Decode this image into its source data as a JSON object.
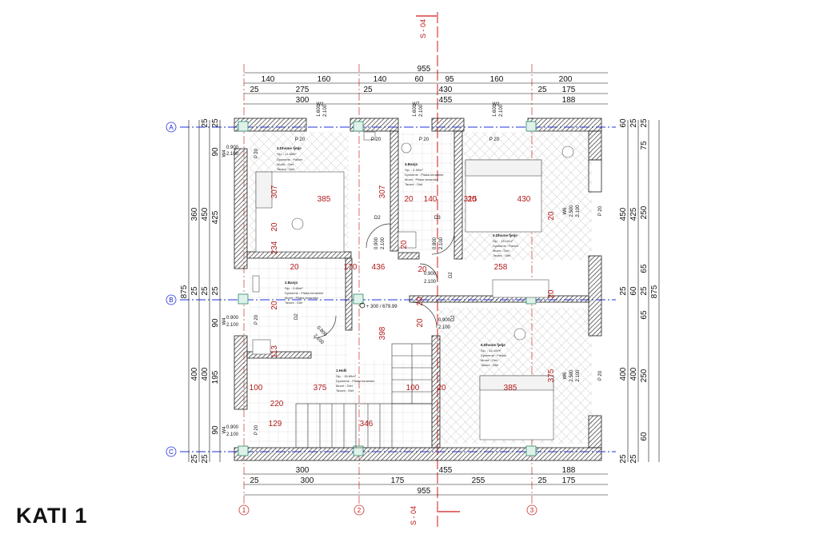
{
  "floor_title": "KATI 1",
  "section_marks": {
    "top": "S - 04",
    "bottom": "S - 04"
  },
  "axes_rows": [
    "A",
    "B",
    "C"
  ],
  "axes_cols": [
    "1",
    "2",
    "3"
  ],
  "elevation": "+ 300 / 679.99",
  "top_dims": {
    "total": "955",
    "row1": [
      "140",
      "160",
      "140",
      "60",
      "95",
      "160",
      "200"
    ],
    "row2": [
      "25",
      "275",
      "25",
      "430",
      "25",
      "175"
    ],
    "row3": [
      "300",
      "455",
      "188"
    ]
  },
  "bottom_dims": {
    "row1": [
      "300",
      "455",
      "188"
    ],
    "row2": [
      "25",
      "300",
      "175",
      "255",
      "25",
      "175"
    ],
    "total": "955"
  },
  "left_dims": {
    "col_outer": [
      "875"
    ],
    "col_mid": [
      "360",
      "25",
      "400"
    ],
    "col_inner": [
      "25",
      "450",
      "25",
      "400",
      "25"
    ],
    "col_openings": [
      "25",
      "90",
      "425",
      "25",
      "90",
      "195",
      "90",
      "25"
    ]
  },
  "right_dims": {
    "col_outer": [
      "875"
    ],
    "col_mid": [
      "450",
      "25",
      "400"
    ],
    "col_inner": [
      "25",
      "425",
      "60",
      "250",
      "25",
      "400",
      "25"
    ],
    "col_openings": [
      "25",
      "75",
      "250",
      "65",
      "25",
      "65",
      "250",
      "60",
      "25"
    ]
  },
  "windows": [
    {
      "code": "W2",
      "sill": "1.600",
      "head": "2.100"
    },
    {
      "code": "W7",
      "sill": "1.600",
      "head": "2.100"
    },
    {
      "code": "W2",
      "sill": "1.600",
      "head": "2.100"
    },
    {
      "code": "W4",
      "sill": "0.900",
      "head": "2.100"
    },
    {
      "code": "W4",
      "sill": "0.900",
      "head": "2.100"
    },
    {
      "code": "W4",
      "sill": "0.900",
      "head": "2.100"
    },
    {
      "code": "W6",
      "sill": "2.500",
      "head": "2.100"
    },
    {
      "code": "W6",
      "sill": "2.500",
      "head": "2.100"
    }
  ],
  "doors": [
    {
      "code": "D2",
      "w": "0.900",
      "h": "2.100"
    },
    {
      "code": "D3",
      "w": "0.800",
      "h": "2.100"
    },
    {
      "code": "D2",
      "w": "0.900",
      "h": "2.100"
    },
    {
      "code": "D2",
      "w": "0.900",
      "h": "2.100"
    },
    {
      "code": "D2",
      "w": "0.800",
      "h": "2.100"
    }
  ],
  "p20": "P 20",
  "rooms": [
    {
      "name": "3.Dhome fjetje",
      "area": "Sip. : 11.80m²",
      "floor": "Dysheme : Parket",
      "walls": "Muret : Glet",
      "ceiling": "Tavani : Glet"
    },
    {
      "name": "4.Banjo",
      "area": "Sip. : 4.30m²",
      "floor": "Dysheme : Pllaka keramike",
      "walls": "Muret : Pllaka keramike",
      "ceiling": "Tavani : Glet"
    },
    {
      "name": "5.Dhome fjetje",
      "area": "Sip. : 15.10m²",
      "floor": "Dysheme : Parket",
      "walls": "Muret : Glet",
      "ceiling": "Tavani : Glet"
    },
    {
      "name": "2.Banjo",
      "area": "Sip. : 5.84m²",
      "floor": "Dysheme : Pllaka keramike",
      "walls": "Muret : Pllaka keramike",
      "ceiling": "Tavani : Glet"
    },
    {
      "name": "1.Holli",
      "area": "Sip. : 16.89m²",
      "floor": "Dysheme : Pllaka keramike",
      "walls": "Muret : Glet",
      "ceiling": "Tavani : Glet"
    },
    {
      "name": "6.Dhome fjetje",
      "area": "Sip. : 14.42m²",
      "floor": "Dysheme : Parket",
      "walls": "Muret : Glet",
      "ceiling": "Tavani : Glet"
    }
  ],
  "inner_dims": [
    "307",
    "385",
    "307",
    "20",
    "140",
    "20",
    "315",
    "430",
    "20",
    "234",
    "20",
    "170",
    "436",
    "258",
    "20",
    "113",
    "20",
    "20",
    "398",
    "375",
    "20",
    "220",
    "375",
    "100",
    "20",
    "385",
    "129",
    "346",
    "100",
    "20",
    "20",
    "20",
    "20",
    "20",
    "20",
    "20",
    "20",
    "375",
    "20",
    "20",
    "20",
    "20",
    "20"
  ]
}
